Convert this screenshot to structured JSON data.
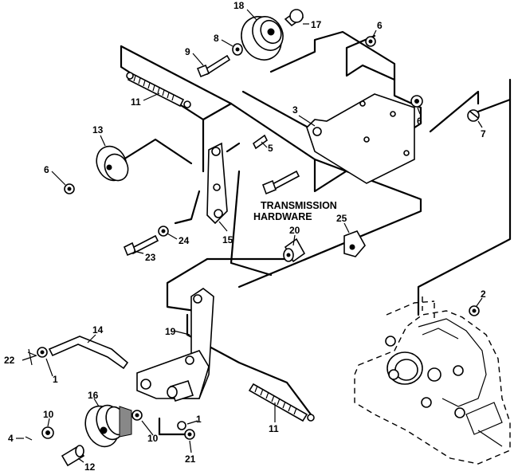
{
  "diagram_title": "",
  "label_transmission_1": "TRANSMISSION",
  "label_transmission_2": "HARDWARE",
  "callouts": {
    "c18": "18",
    "c17": "17",
    "c8": "8",
    "c9": "9",
    "c6a": "6",
    "c11a": "11",
    "c3": "3",
    "c6b": "6",
    "c7": "7",
    "c13": "13",
    "c6c": "6",
    "c5": "5",
    "c25": "25",
    "c20": "20",
    "c24": "24",
    "c23": "23",
    "c15": "15",
    "c2": "2",
    "c14": "14",
    "c19": "19",
    "c22": "22",
    "c1a": "1",
    "c16": "16",
    "c11b": "11",
    "c10a": "10",
    "c10b": "10",
    "c1b": "1",
    "c21": "21",
    "c4": "4",
    "c12": "12"
  }
}
